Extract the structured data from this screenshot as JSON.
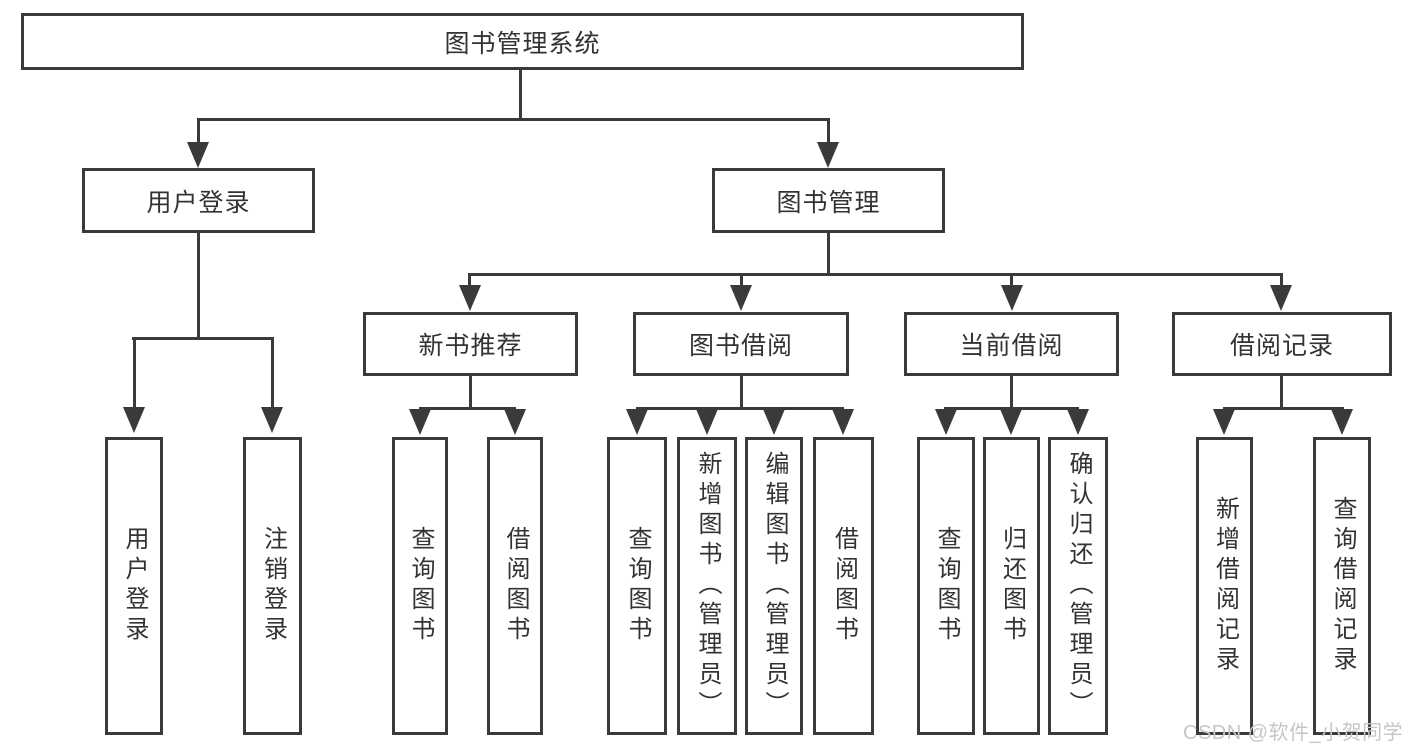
{
  "diagram": {
    "title": "图书管理系统",
    "branches": {
      "user_login": "用户登录",
      "book_mgmt": "图书管理"
    },
    "modules": {
      "new_book": "新书推荐",
      "borrow": "图书借阅",
      "current": "当前借阅",
      "record": "借阅记录"
    },
    "leaves": {
      "user_login": [
        "用户登录",
        "注销登录"
      ],
      "new_book": [
        "查询图书",
        "借阅图书"
      ],
      "borrow": [
        "查询图书",
        "新增图书（管理员）",
        "编辑图书（管理员）",
        "借阅图书"
      ],
      "current": [
        "查询图书",
        "归还图书",
        "确认归还（管理员）"
      ],
      "record": [
        "新增借阅记录",
        "查询借阅记录"
      ]
    }
  },
  "watermark": "CSDN @软件_小贺同学",
  "colors": {
    "stroke": "#3a3a3a",
    "text": "#333333",
    "watermark": "#c6c6c6",
    "background": "#ffffff"
  }
}
